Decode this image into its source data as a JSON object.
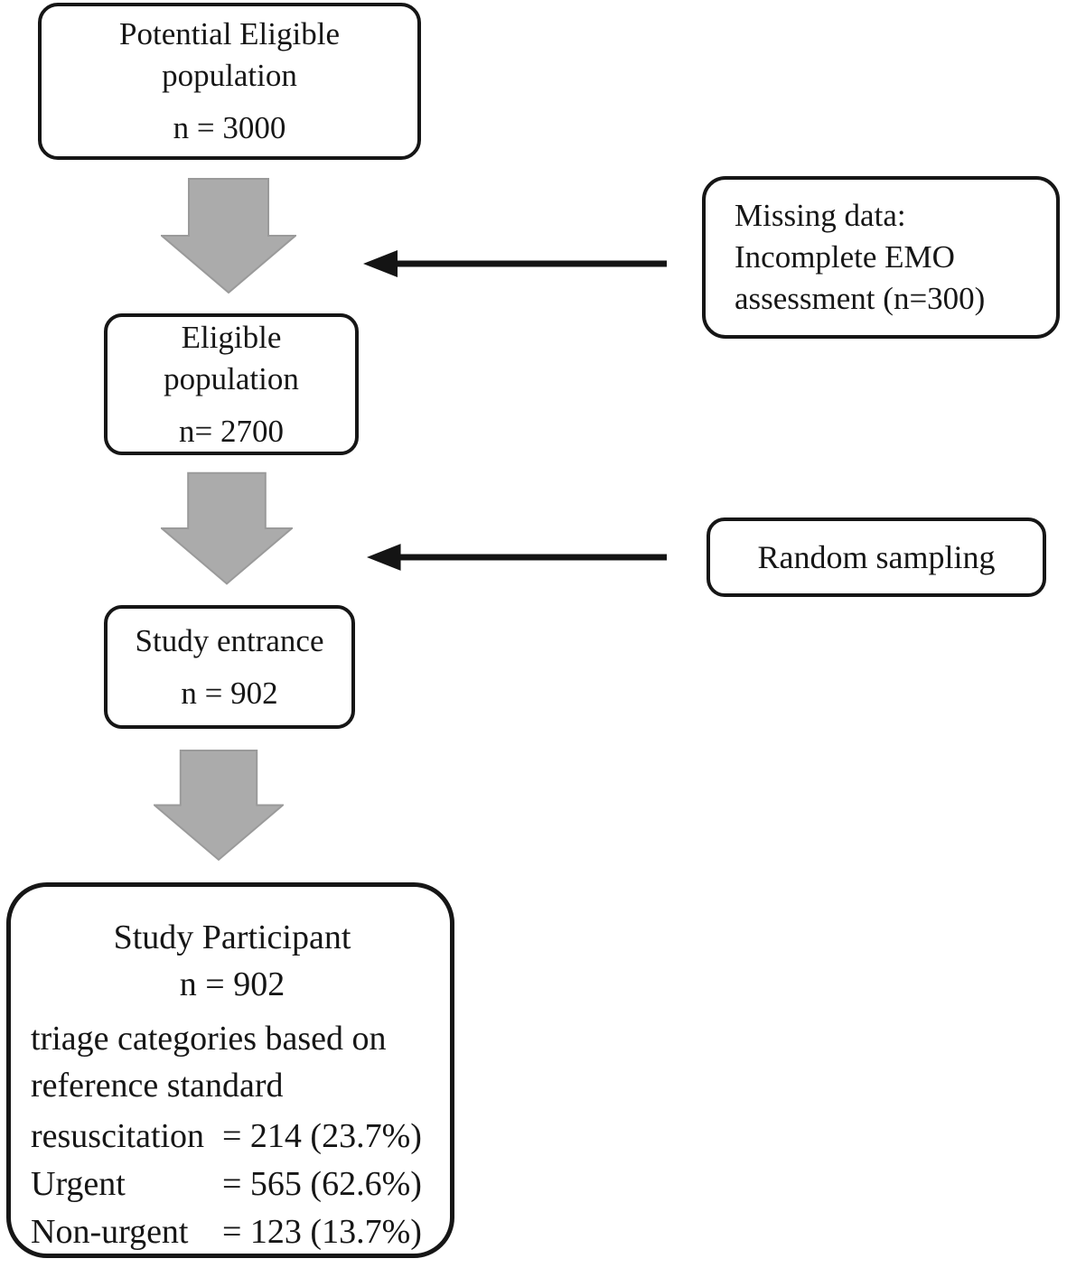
{
  "diagram": {
    "boxes": {
      "potential": {
        "lines": [
          "Potential Eligible",
          "population"
        ],
        "n": "n = 3000"
      },
      "eligible": {
        "lines": [
          "Eligible",
          "population"
        ],
        "n": "n= 2700"
      },
      "entrance": {
        "lines": [
          "Study entrance"
        ],
        "n": "n = 902"
      },
      "missing": {
        "lines": [
          "Missing data:",
          "Incomplete EMO",
          "assessment (n=300)"
        ]
      },
      "sampling": {
        "label": "Random sampling"
      },
      "participant": {
        "title": "Study Participant",
        "n": "n = 902",
        "subtitle_lines": [
          "triage categories based on",
          "reference standard"
        ],
        "rows": [
          {
            "label": "resuscitation",
            "value": "= 214 (23.7%)"
          },
          {
            "label": "Urgent",
            "value": "= 565 (62.6%)"
          },
          {
            "label": "Non-urgent",
            "value": "= 123 (13.7%)"
          }
        ]
      }
    },
    "icons": {
      "down_arrow": "block-down-arrow-icon",
      "left_arrow": "left-arrow-icon"
    },
    "colors": {
      "box_border": "#161616",
      "text": "#161616",
      "arrow_gray_fill": "#ababab",
      "arrow_gray_edge": "#9a9a9a",
      "arrow_black": "#141414",
      "background": "#ffffff"
    }
  }
}
